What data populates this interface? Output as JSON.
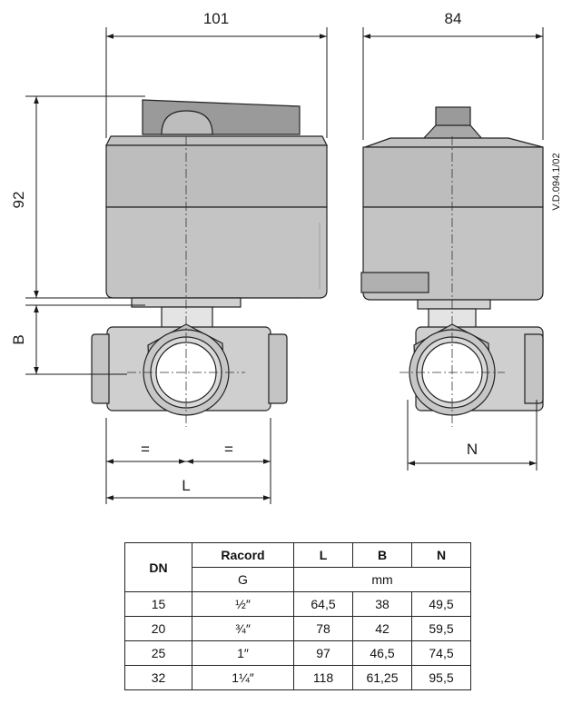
{
  "drawing": {
    "dim_width_front": "101",
    "dim_width_side": "84",
    "dim_height": "92",
    "dim_b": "B",
    "dim_l": "L",
    "dim_n": "N",
    "equal_left": "=",
    "equal_right": "=",
    "drawing_code": "V.D.094.1/02"
  },
  "table": {
    "headers": {
      "dn": "DN",
      "racord": "Racord",
      "l": "L",
      "b": "B",
      "n": "N"
    },
    "units": {
      "racord": "G",
      "dims": "mm"
    },
    "rows": [
      {
        "dn": "15",
        "racord": "½″",
        "l": "64,5",
        "b": "38",
        "n": "49,5"
      },
      {
        "dn": "20",
        "racord": "¾″",
        "l": "78",
        "b": "42",
        "n": "59,5"
      },
      {
        "dn": "25",
        "racord": "1″",
        "l": "97",
        "b": "46,5",
        "n": "74,5"
      },
      {
        "dn": "32",
        "racord": "1¼″",
        "l": "118",
        "b": "61,25",
        "n": "95,5"
      }
    ]
  }
}
